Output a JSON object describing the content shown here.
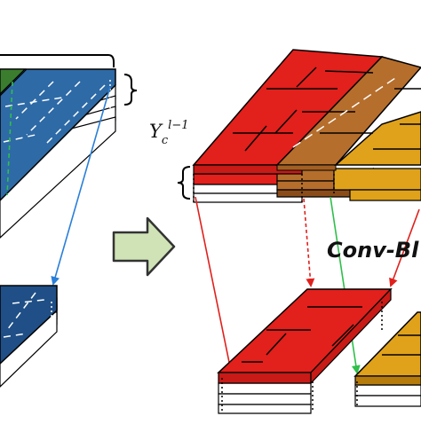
{
  "labels": {
    "y_symbol": "Y",
    "y_sub": "c",
    "y_sup": "l−1",
    "op": "Conv-Bl"
  },
  "colors": {
    "blue": "#2e6aa6",
    "blue_dark": "#1f4f86",
    "green": "#3a7d2e",
    "red": "#e2201c",
    "red_dark": "#b61814",
    "brown": "#b66e2c",
    "brown_dark": "#8a4d1a",
    "gold": "#e0a21a",
    "gold_dark": "#b57c0c",
    "arrow_fill": "#cfe3b6",
    "arrow_stroke": "#333333",
    "conn_blue": "#2a7fd8",
    "conn_red": "#e0201c",
    "conn_green": "#2fbf4a"
  }
}
